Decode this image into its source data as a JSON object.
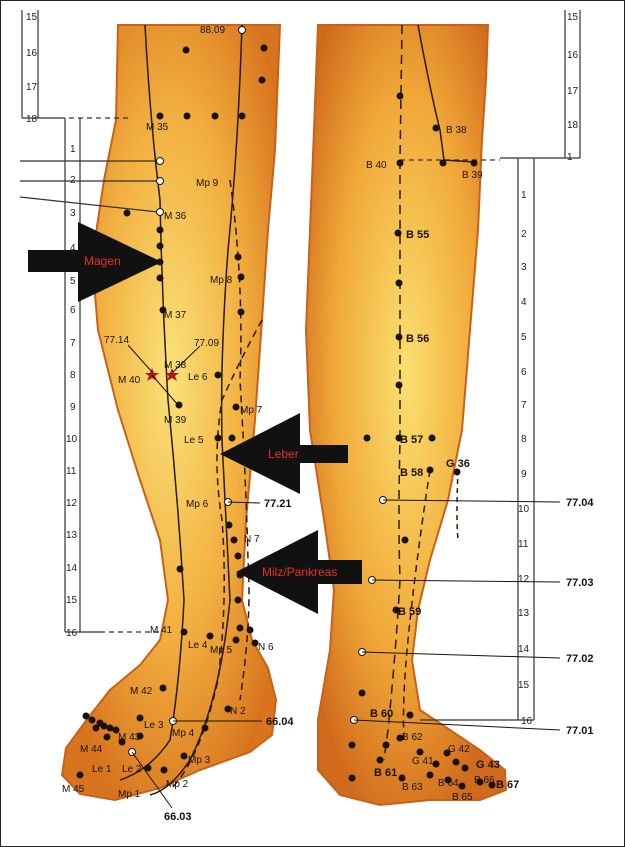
{
  "arrows": {
    "magen": "Magen",
    "leber": "Leber",
    "milz": "Milz/Pankreas"
  },
  "left_scale": [
    "15",
    "16",
    "17",
    "18",
    "1",
    "2",
    "3",
    "4",
    "5",
    "6",
    "7",
    "8",
    "9",
    "10",
    "11",
    "12",
    "13",
    "14",
    "15",
    "16"
  ],
  "right_scale": [
    "15",
    "16",
    "17",
    "18",
    "1",
    "2",
    "3",
    "4",
    "5",
    "6",
    "7",
    "8",
    "9",
    "10",
    "11",
    "12",
    "13",
    "14",
    "15",
    "16"
  ],
  "points_left": {
    "p8809": "88.09",
    "m35": "M 35",
    "mp9": "Mp 9",
    "m36": "M 36",
    "mp8": "Mp 8",
    "m37": "M 37",
    "p7714": "77.14",
    "m38": "M 38",
    "p7709": "77.09",
    "m40": "M 40",
    "le6": "Le 6",
    "m39": "M 39",
    "mp7": "Mp 7",
    "le5": "Le 5",
    "mp6": "Mp 6",
    "p7721": "77.21",
    "n7": "N 7",
    "m41": "M 41",
    "le4": "Le 4",
    "mp5": "Mp 5",
    "n6": "N 6",
    "m42": "M 42",
    "n2": "N 2",
    "le3": "Le 3",
    "p6604": "66.04",
    "m43": "M 43",
    "mp4": "Mp 4",
    "m44": "M 44",
    "mp3": "Mp 3",
    "le1": "Le 1",
    "le2": "Le 2",
    "m45": "M 45",
    "mp1": "Mp 1",
    "mp2": "Mp 2",
    "p6603": "66.03"
  },
  "points_right": {
    "b38": "B 38",
    "b40": "B 40",
    "b39": "B 39",
    "b55": "B 55",
    "b56": "B 56",
    "b57": "B 57",
    "b58": "B 58",
    "g36": "G 36",
    "p7704": "77.04",
    "p7703": "77.03",
    "b59": "B 59",
    "p7702": "77.02",
    "b60": "B 60",
    "p7701": "77.01",
    "b62": "B 62",
    "g42": "G 42",
    "g41": "G 41",
    "g43": "G 43",
    "b61": "B 61",
    "b63": "B 63",
    "b64": "B 64",
    "b66": "B 66",
    "b67": "B 67",
    "b65": "B 65"
  },
  "colors": {
    "skin_light": "#f6c84a",
    "skin_mid": "#e8922a",
    "skin_edge": "#c8621a",
    "arrow": "#111111",
    "arrow_text": "#e8302a"
  }
}
